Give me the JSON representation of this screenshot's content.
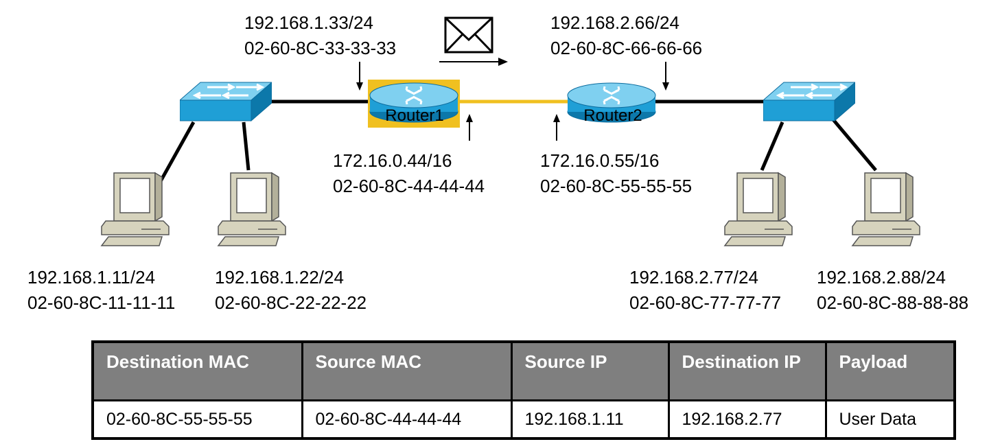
{
  "routers": [
    {
      "id": "router1",
      "label": "Router1"
    },
    {
      "id": "router2",
      "label": "Router2"
    }
  ],
  "interfaces": {
    "router1_lan": {
      "ip": "192.168.1.33/24",
      "mac": "02-60-8C-33-33-33"
    },
    "router2_lan": {
      "ip": "192.168.2.66/24",
      "mac": "02-60-8C-66-66-66"
    },
    "router1_wan": {
      "ip": "172.16.0.44/16",
      "mac": "02-60-8C-44-44-44"
    },
    "router2_wan": {
      "ip": "172.16.0.55/16",
      "mac": "02-60-8C-55-55-55"
    }
  },
  "hosts": [
    {
      "ip": "192.168.1.11/24",
      "mac": "02-60-8C-11-11-11"
    },
    {
      "ip": "192.168.1.22/24",
      "mac": "02-60-8C-22-22-22"
    },
    {
      "ip": "192.168.2.77/24",
      "mac": "02-60-8C-77-77-77"
    },
    {
      "ip": "192.168.2.88/24",
      "mac": "02-60-8C-88-88-88"
    }
  ],
  "frame": {
    "headers": [
      "Destination MAC",
      "Source MAC",
      "Source IP",
      "Destination IP",
      "Payload"
    ],
    "values": [
      "02-60-8C-55-55-55",
      "02-60-8C-44-44-44",
      "192.168.1.11",
      "192.168.2.77",
      "User Data"
    ]
  },
  "colors": {
    "device_blue": "#1fa3dc",
    "device_blue_light": "#7fd0f0",
    "device_blue_dark": "#0c6c9e",
    "router1_highlight": "#f0c020",
    "wan_link": "#f0c020",
    "header_gray": "#7f7f7f",
    "pc_beige": "#d6d3bd"
  },
  "icons": [
    "switch-icon",
    "router-icon",
    "pc-icon",
    "envelope-icon",
    "arrow-icon"
  ]
}
